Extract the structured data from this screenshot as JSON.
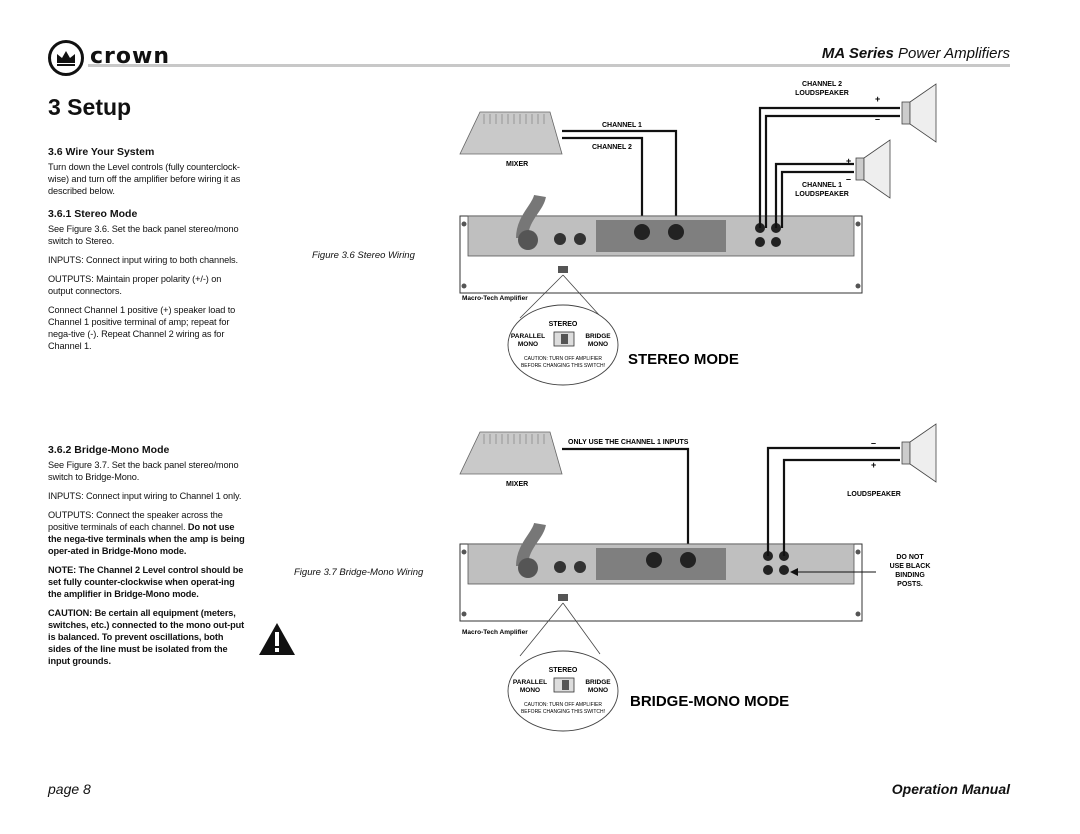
{
  "header": {
    "brand": "crown",
    "series_bold": "MA Series",
    "series_rest": " Power Amplifiers"
  },
  "page_title": "3 Setup",
  "left": {
    "s36_heading": "3.6 Wire Your System",
    "s36_text": "Turn down the Level controls (fully counterclock-wise) and turn off the amplifier before wiring it as described below.",
    "s361_heading": "3.6.1 Stereo Mode",
    "s361_p1": "See Figure 3.6. Set the back panel stereo/mono switch to Stereo.",
    "s361_p2": "INPUTS: Connect input wiring to both channels.",
    "s361_p3": "OUTPUTS: Maintain proper polarity (+/-) on output connectors.",
    "s361_p4": "Connect Channel 1 positive (+) speaker load to Channel 1 positive terminal of amp; repeat for nega-tive (-). Repeat Channel 2 wiring as for Channel 1.",
    "s362_heading": "3.6.2 Bridge-Mono Mode",
    "s362_p1": "See Figure 3.7. Set the back panel stereo/mono switch to Bridge-Mono.",
    "s362_p2": "INPUTS: Connect input wiring to Channel 1 only.",
    "s362_p3a": "OUTPUTS: Connect the speaker across the positive terminals of each channel. ",
    "s362_p3b": "Do not use the nega-tive terminals when the amp is being oper-ated in Bridge-Mono mode.",
    "note": "NOTE: The Channel 2 Level control should be set fully counter-clockwise when operat-ing the amplifier in Bridge-Mono mode.",
    "caution": "CAUTION: Be certain all equipment (meters, switches, etc.) connected to the mono out-put is balanced. To prevent oscillations, both sides of the line must be isolated from the input grounds."
  },
  "fig36": {
    "caption": "Figure 3.6 Stereo Wiring",
    "channel1": "CHANNEL 1",
    "channel2": "CHANNEL 2",
    "mixer": "MIXER",
    "ch2_speaker_1": "CHANNEL 2",
    "ch2_speaker_2": "LOUDSPEAKER",
    "ch1_speaker_1": "CHANNEL 1",
    "ch1_speaker_2": "LOUDSPEAKER",
    "amp_label": "Macro-Tech Amplifier",
    "mode": "STEREO MODE",
    "sw_stereo": "STEREO",
    "sw_parallel": "PARALLEL",
    "sw_mono_l": "MONO",
    "sw_bridge": "BRIDGE",
    "sw_mono_r": "MONO",
    "sw_caution1": "CAUTION: TURN OFF AMPLIFIER",
    "sw_caution2": "BEFORE CHANGING THIS SWITCH!",
    "plus": "+",
    "minus": "–"
  },
  "fig37": {
    "caption": "Figure 3.7 Bridge-Mono Wiring",
    "inputs_note": "ONLY USE THE CHANNEL 1 INPUTS",
    "mixer": "MIXER",
    "speaker": "LOUDSPEAKER",
    "do_not_1": "DO NOT",
    "do_not_2": "USE BLACK",
    "do_not_3": "BINDING",
    "do_not_4": "POSTS.",
    "amp_label": "Macro-Tech Amplifier",
    "mode": "BRIDGE-MONO MODE",
    "sw_stereo": "STEREO",
    "sw_parallel": "PARALLEL",
    "sw_mono_l": "MONO",
    "sw_bridge": "BRIDGE",
    "sw_mono_r": "MONO",
    "sw_caution1": "CAUTION: TURN OFF AMPLIFIER",
    "sw_caution2": "BEFORE CHANGING THIS SWITCH!",
    "plus": "+",
    "minus": "–"
  },
  "footer": {
    "page": "page 8",
    "manual": "Operation Manual"
  }
}
